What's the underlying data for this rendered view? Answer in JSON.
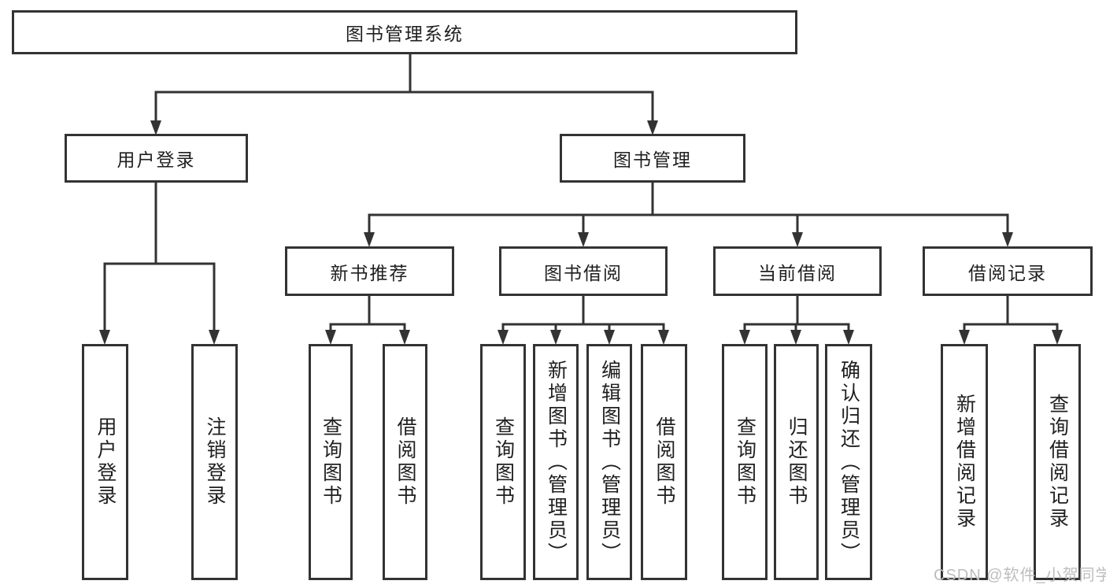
{
  "colors": {
    "line": "#333333",
    "text": "#1f1f1f",
    "watermark": "#bdbdbd",
    "background": "#ffffff"
  },
  "tree": {
    "label": "图书管理系统",
    "children": [
      {
        "label": "用户登录",
        "children": [
          {
            "label": "用户登录"
          },
          {
            "label": "注销登录"
          }
        ]
      },
      {
        "label": "图书管理",
        "children": [
          {
            "label": "新书推荐",
            "children": [
              {
                "label": "查询图书"
              },
              {
                "label": "借阅图书"
              }
            ]
          },
          {
            "label": "图书借阅",
            "children": [
              {
                "label": "查询图书"
              },
              {
                "label": "新增图书（管理员）"
              },
              {
                "label": "编辑图书（管理员）"
              },
              {
                "label": "借阅图书"
              }
            ]
          },
          {
            "label": "当前借阅",
            "children": [
              {
                "label": "查询图书"
              },
              {
                "label": "归还图书"
              },
              {
                "label": "确认归还（管理员）"
              }
            ]
          },
          {
            "label": "借阅记录",
            "children": [
              {
                "label": "新增借阅记录"
              },
              {
                "label": "查询借阅记录"
              }
            ]
          }
        ]
      }
    ]
  },
  "watermark": "CSDN @软件_小贺同学"
}
